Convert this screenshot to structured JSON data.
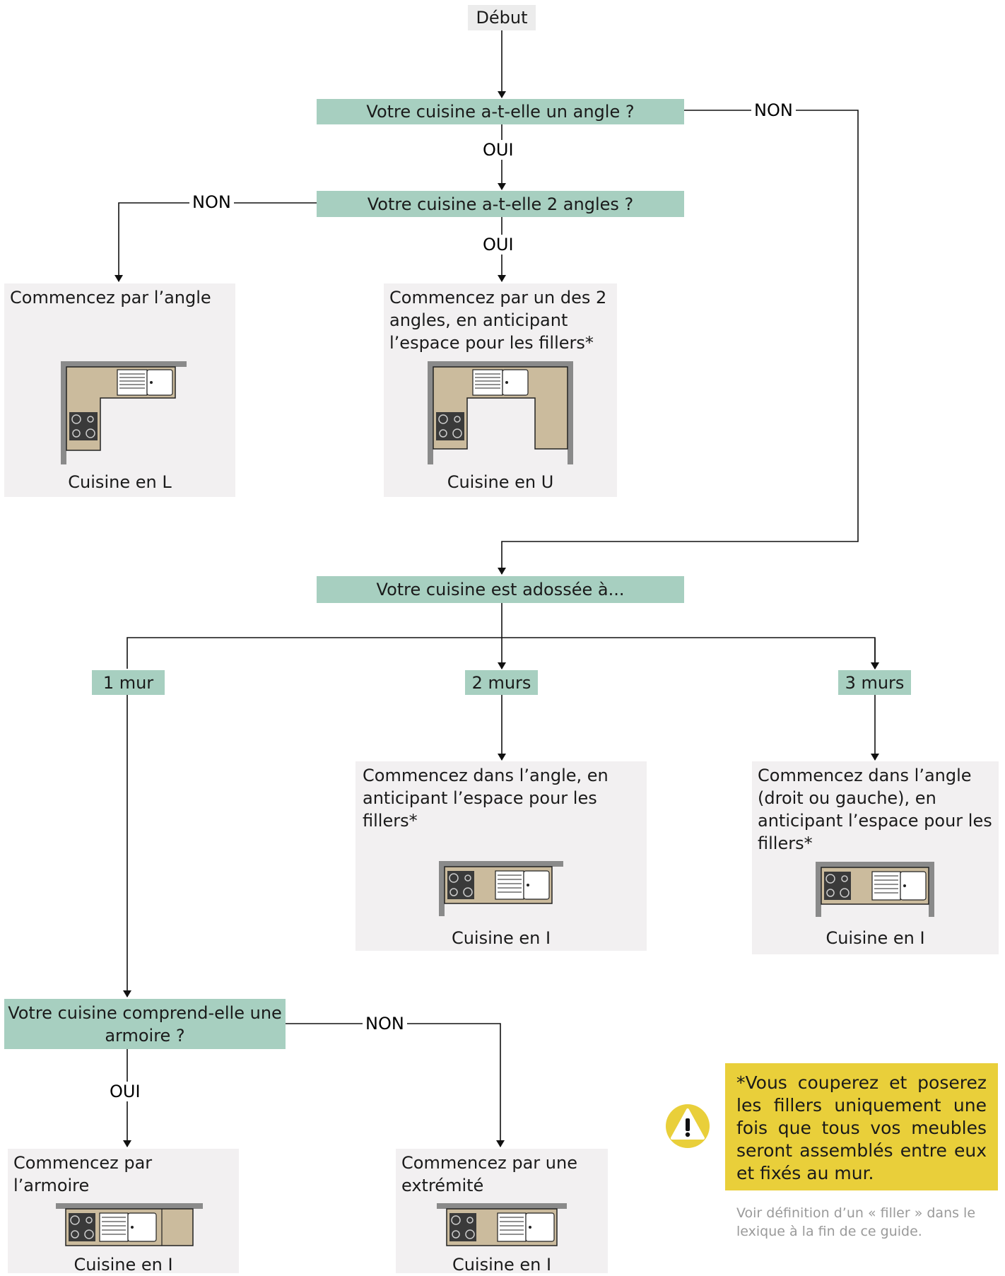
{
  "start": "Début",
  "q1": "Votre cuisine a-t-elle un angle ?",
  "q2": "Votre cuisine a-t-elle 2 angles ?",
  "q3": "Votre cuisine est adossée à...",
  "q4": "Votre cuisine comprend-elle une armoire ?",
  "yes": "OUI",
  "no": "NON",
  "walls": {
    "one": "1 mur",
    "two": "2 murs",
    "three": "3 murs"
  },
  "cards": {
    "angle": {
      "text": "Commencez par l’angle",
      "caption": "Cuisine en L"
    },
    "two_angles": {
      "text": "Commencez par un des 2 angles, en anticipant l’espace pour les fillers*",
      "caption": "Cuisine en U"
    },
    "two_walls": {
      "text": "Commencez dans l’angle, en anticipant l’espace pour les fillers*",
      "caption": "Cuisine en I"
    },
    "three_walls": {
      "text": "Commencez dans l’angle (droit ou gauche), en anticipant l’espace pour les fillers*",
      "caption": "Cuisine en I"
    },
    "armoire": {
      "text": "Commencez par l’armoire",
      "caption": "Cuisine en I"
    },
    "extremite": {
      "text": "Commencez par une extrémité",
      "caption": "Cuisine en I"
    }
  },
  "note": "*Vous couperez et poserez les fillers uniquement une fois que tous vos meubles seront assemblés entre eux et fixés au mur.",
  "footnote": "Voir définition d’un « filler » dans le lexique à la fin de ce guide.",
  "colors": {
    "question": "#a7cfc0",
    "card": "#f2f0f1",
    "note": "#e9cf3a",
    "counter": "#cbbb9d",
    "wall": "#8a8a8a",
    "warning": "#e9cf3a"
  },
  "icons": [
    "warning-icon",
    "kitchen-l-plan",
    "kitchen-u-plan",
    "kitchen-i-plan"
  ]
}
